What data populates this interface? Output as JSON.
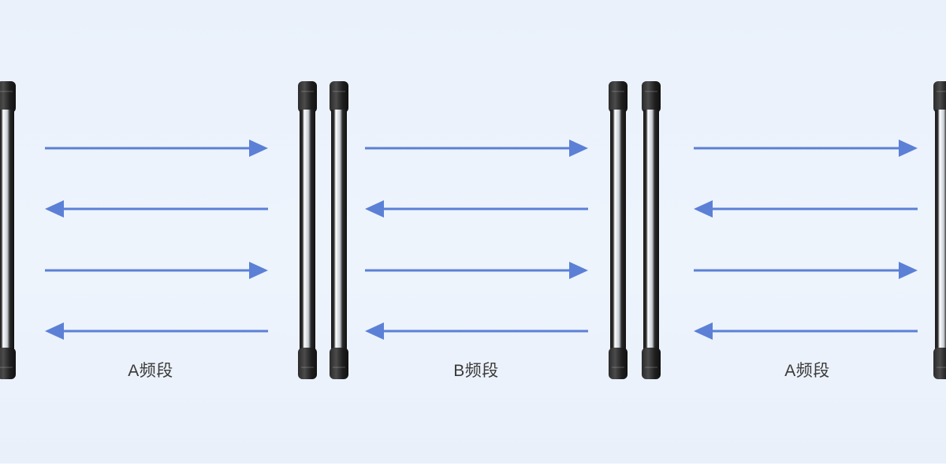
{
  "colors": {
    "arrow": "#5b80d6",
    "label": "#3a3a3a",
    "pole": "#1e1e1e"
  },
  "diagram": {
    "bands": [
      {
        "label": "A频段"
      },
      {
        "label": "B频段"
      },
      {
        "label": "A频段"
      }
    ],
    "arrow_pattern": [
      "right",
      "left",
      "right",
      "left"
    ]
  }
}
